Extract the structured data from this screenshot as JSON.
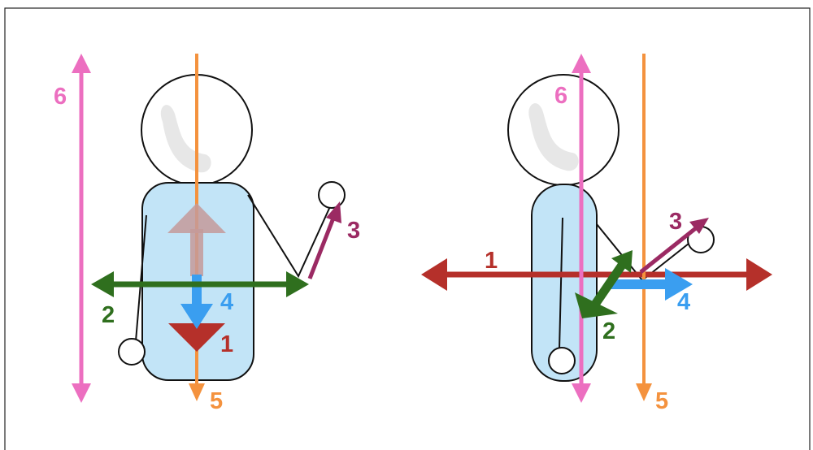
{
  "colors": {
    "axis1": "#b5302a",
    "axis2": "#2f6f1e",
    "axis3": "#9b2a63",
    "axis4": "#3a9ef0",
    "axis5": "#f4923e",
    "axis6": "#ec6fc0",
    "body_fill": "#c2e4f7",
    "head_highlight": "#e7e7e7",
    "outline": "#111111"
  },
  "left_figure": {
    "labels": {
      "l1": "1",
      "l2": "2",
      "l3": "3",
      "l4": "4",
      "l5": "5",
      "l6": "6"
    }
  },
  "right_figure": {
    "labels": {
      "l1": "1",
      "l2": "2",
      "l3": "3",
      "l4": "4",
      "l5": "5",
      "l6": "6"
    }
  }
}
